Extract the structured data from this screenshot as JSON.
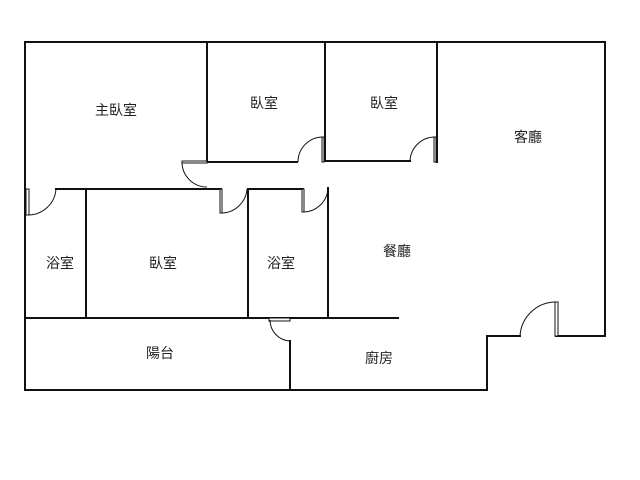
{
  "rooms": {
    "master_bedroom": "主臥室",
    "bedroom_1": "臥室",
    "bedroom_2": "臥室",
    "living_room": "客廳",
    "bathroom_1": "浴室",
    "bedroom_3": "臥室",
    "bathroom_2": "浴室",
    "dining_room": "餐廳",
    "balcony": "陽台",
    "kitchen": "廚房"
  }
}
